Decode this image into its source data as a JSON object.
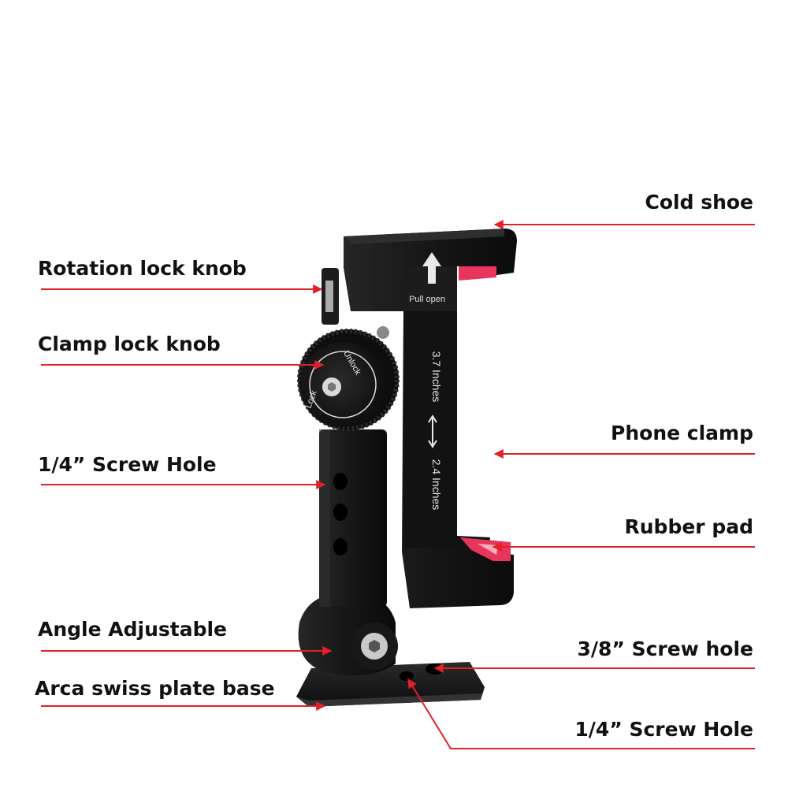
{
  "colors": {
    "callout_line": "#e3202a",
    "label_text": "#111111",
    "device_body": "#141414",
    "rubber_pad": "#e8355c"
  },
  "labels": {
    "left": [
      "Rotation lock knob",
      "Clamp lock knob",
      "1/4” Screw Hole",
      "Angle Adjustable",
      "Arca swiss plate base"
    ],
    "right": [
      "Cold shoe",
      "Phone clamp",
      "Rubber pad",
      "3/8” Screw hole",
      "1/4” Screw Hole"
    ]
  },
  "device_markings": {
    "pull": "Pull open",
    "range_max": "3.7 Inches",
    "range_min": "2.4 Inches",
    "unlock": "Unlock",
    "lock": "Lock"
  }
}
